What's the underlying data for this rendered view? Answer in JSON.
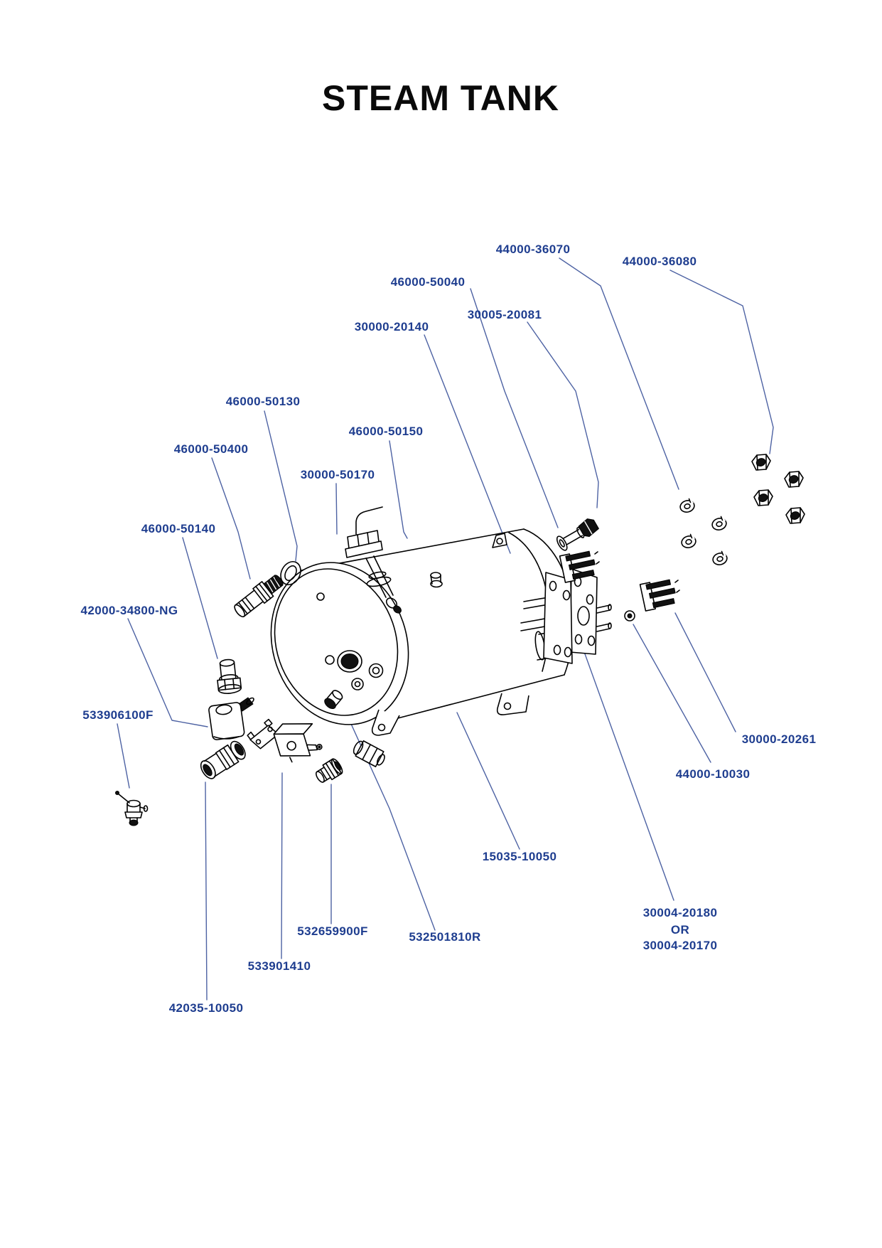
{
  "title": "STEAM TANK",
  "colors": {
    "label_text": "#1e3d8f",
    "leader_line": "#4d62a3",
    "line_art": "#000000",
    "background": "#ffffff"
  },
  "labels": [
    {
      "id": "44000-36070",
      "text": "44000-36070"
    },
    {
      "id": "44000-36080",
      "text": "44000-36080"
    },
    {
      "id": "46000-50040",
      "text": "46000-50040"
    },
    {
      "id": "30005-20081",
      "text": "30005-20081"
    },
    {
      "id": "30000-20140",
      "text": "30000-20140"
    },
    {
      "id": "46000-50130",
      "text": "46000-50130"
    },
    {
      "id": "46000-50150",
      "text": "46000-50150"
    },
    {
      "id": "46000-50400",
      "text": "46000-50400"
    },
    {
      "id": "30000-50170",
      "text": "30000-50170"
    },
    {
      "id": "46000-50140",
      "text": "46000-50140"
    },
    {
      "id": "42000-34800-NG",
      "text": "42000-34800-NG"
    },
    {
      "id": "533906100F",
      "text": "533906100F"
    },
    {
      "id": "30000-20261",
      "text": "30000-20261"
    },
    {
      "id": "44000-10030",
      "text": "44000-10030"
    },
    {
      "id": "15035-10050",
      "text": "15035-10050"
    },
    {
      "id": "30004-20180",
      "text": "30004-20180"
    },
    {
      "id": "or",
      "text": "OR"
    },
    {
      "id": "30004-20170",
      "text": "30004-20170"
    },
    {
      "id": "532659900F",
      "text": "532659900F"
    },
    {
      "id": "532501810R",
      "text": "532501810R"
    },
    {
      "id": "533901410",
      "text": "533901410"
    },
    {
      "id": "42035-10050",
      "text": "42035-10050"
    }
  ]
}
